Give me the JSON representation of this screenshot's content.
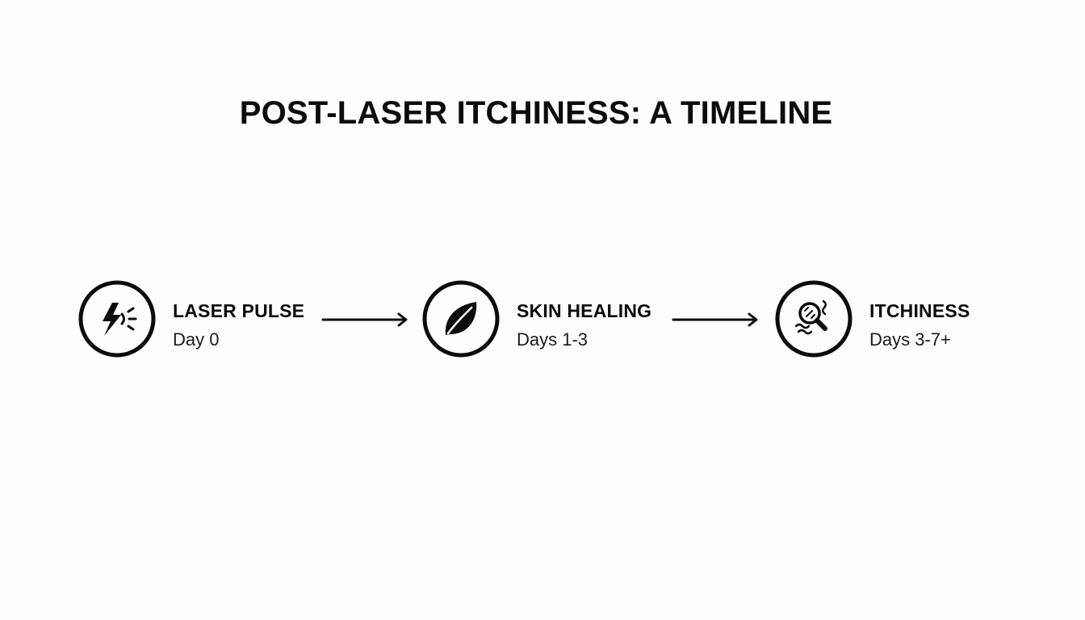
{
  "title": "POST-LASER ITCHINESS: A TIMELINE",
  "steps": [
    {
      "label": "LASER PULSE",
      "time": "Day 0",
      "icon": "lightning-bolt-icon"
    },
    {
      "label": "SKIN HEALING",
      "time": "Days 1-3",
      "icon": "leaf-icon"
    },
    {
      "label": "ITCHINESS",
      "time": "Days 3-7+",
      "icon": "magnifier-itch-icon"
    }
  ],
  "colors": {
    "ink": "#0c0c0c",
    "background": "#fdfdfd"
  }
}
